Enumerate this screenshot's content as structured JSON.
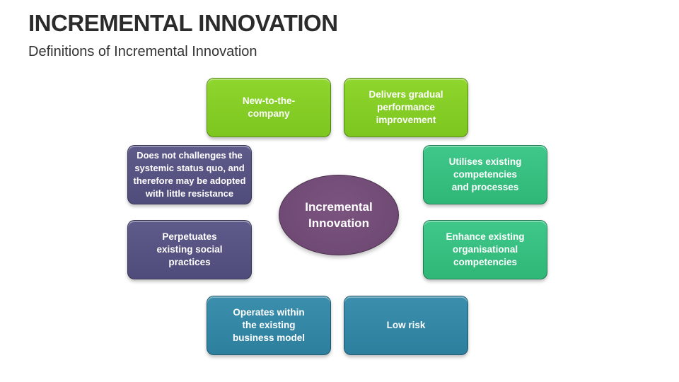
{
  "header": {
    "title": "INCREMENTAL INNOVATION",
    "subtitle": "Definitions of Incremental Innovation"
  },
  "diagram": {
    "center": "Incremental\nInnovation",
    "boxes": {
      "new_to_company": "New-to-the-\ncompany",
      "gradual_performance": "Delivers gradual\nperformance\nimprovement",
      "existing_competencies": "Utilises existing\ncompetencies\nand processes",
      "organisational_competencies": "Enhance existing\norganisational\ncompetencies",
      "low_risk": "Low risk",
      "existing_business_model": "Operates within\nthe existing\nbusiness model",
      "social_practices": "Perpetuates\nexisting social\npractices",
      "status_quo": "Does not challenges the\nsystemic status quo, and\ntherefore may be adopted\nwith little resistance"
    },
    "colors": {
      "green": "#84cc25",
      "teal": "#35bf80",
      "blue": "#3387a5",
      "slate": "#575482",
      "center": "#734d78"
    }
  }
}
